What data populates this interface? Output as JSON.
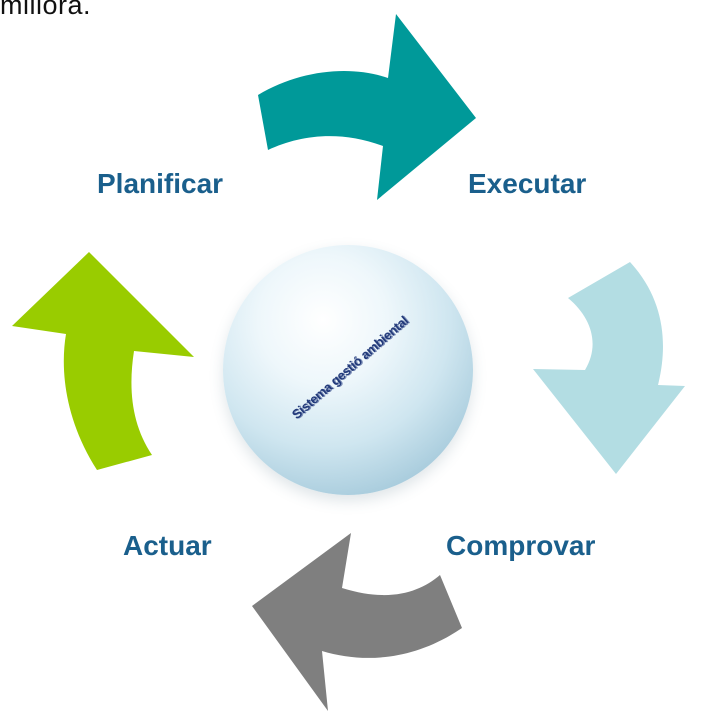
{
  "top_text": "millora.",
  "stages": {
    "plan": "Planificar",
    "do": "Executar",
    "check": "Comprovar",
    "act": "Actuar"
  },
  "center_label": "Sistema gestió ambiental",
  "colors": {
    "plan_arrow": "#99cc00",
    "do_arrow": "#009999",
    "check_arrow": "#b3dde3",
    "act_arrow": "#7f7f7f",
    "label_text": "#1a5f8c",
    "sphere_text": "#223a7a"
  }
}
